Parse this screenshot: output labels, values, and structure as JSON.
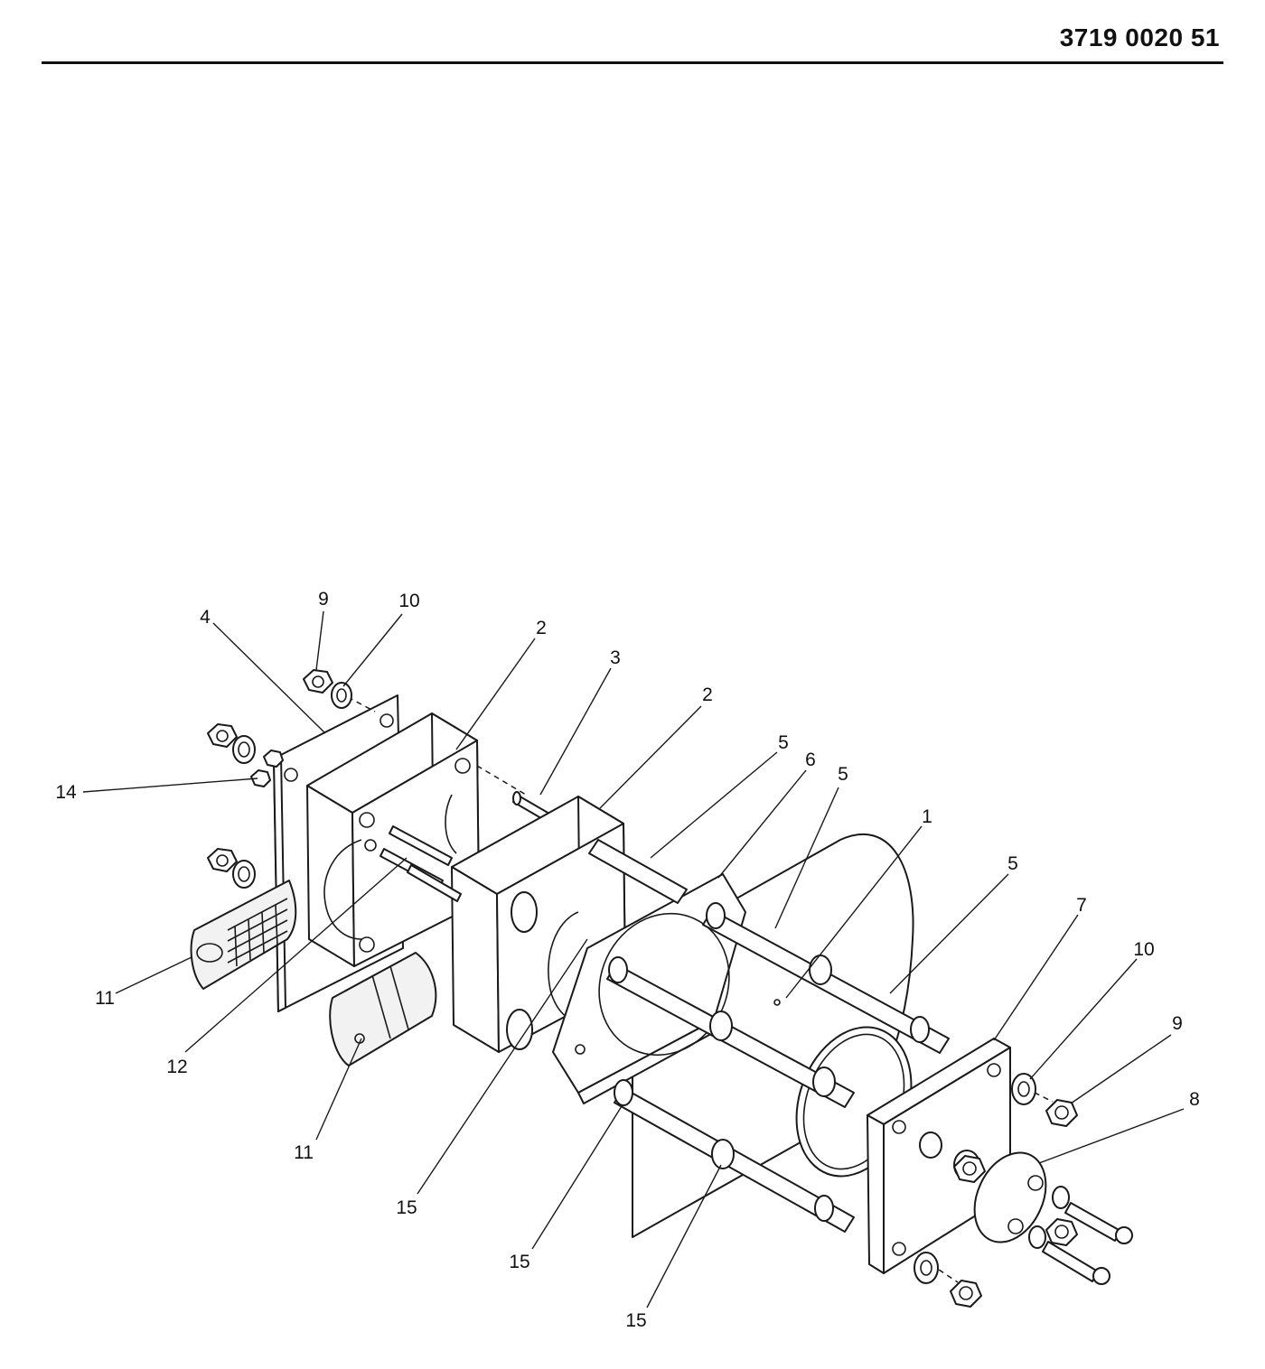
{
  "header": {
    "document_number": "3719 0020 51"
  },
  "callouts": [
    {
      "id": "c9a",
      "label": "9"
    },
    {
      "id": "c10a",
      "label": "10"
    },
    {
      "id": "c4",
      "label": "4"
    },
    {
      "id": "c2a",
      "label": "2"
    },
    {
      "id": "c3",
      "label": "3"
    },
    {
      "id": "c2b",
      "label": "2"
    },
    {
      "id": "c5a",
      "label": "5"
    },
    {
      "id": "c6",
      "label": "6"
    },
    {
      "id": "c5b",
      "label": "5"
    },
    {
      "id": "c1",
      "label": "1"
    },
    {
      "id": "c5c",
      "label": "5"
    },
    {
      "id": "c14",
      "label": "14"
    },
    {
      "id": "c7",
      "label": "7"
    },
    {
      "id": "c10b",
      "label": "10"
    },
    {
      "id": "c9b",
      "label": "9"
    },
    {
      "id": "c8",
      "label": "8"
    },
    {
      "id": "c11a",
      "label": "11"
    },
    {
      "id": "c12",
      "label": "12"
    },
    {
      "id": "c11b",
      "label": "11"
    },
    {
      "id": "c15a",
      "label": "15"
    },
    {
      "id": "c15b",
      "label": "15"
    },
    {
      "id": "c15c",
      "label": "15"
    }
  ]
}
